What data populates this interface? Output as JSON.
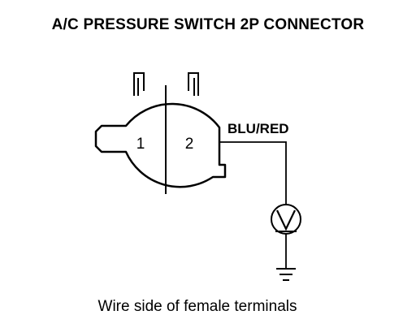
{
  "title": "A/C PRESSURE SWITCH 2P CONNECTOR",
  "connector": {
    "terminals": [
      "1",
      "2"
    ]
  },
  "wire_label": "BLU/RED",
  "caption": "Wire side of female terminals"
}
